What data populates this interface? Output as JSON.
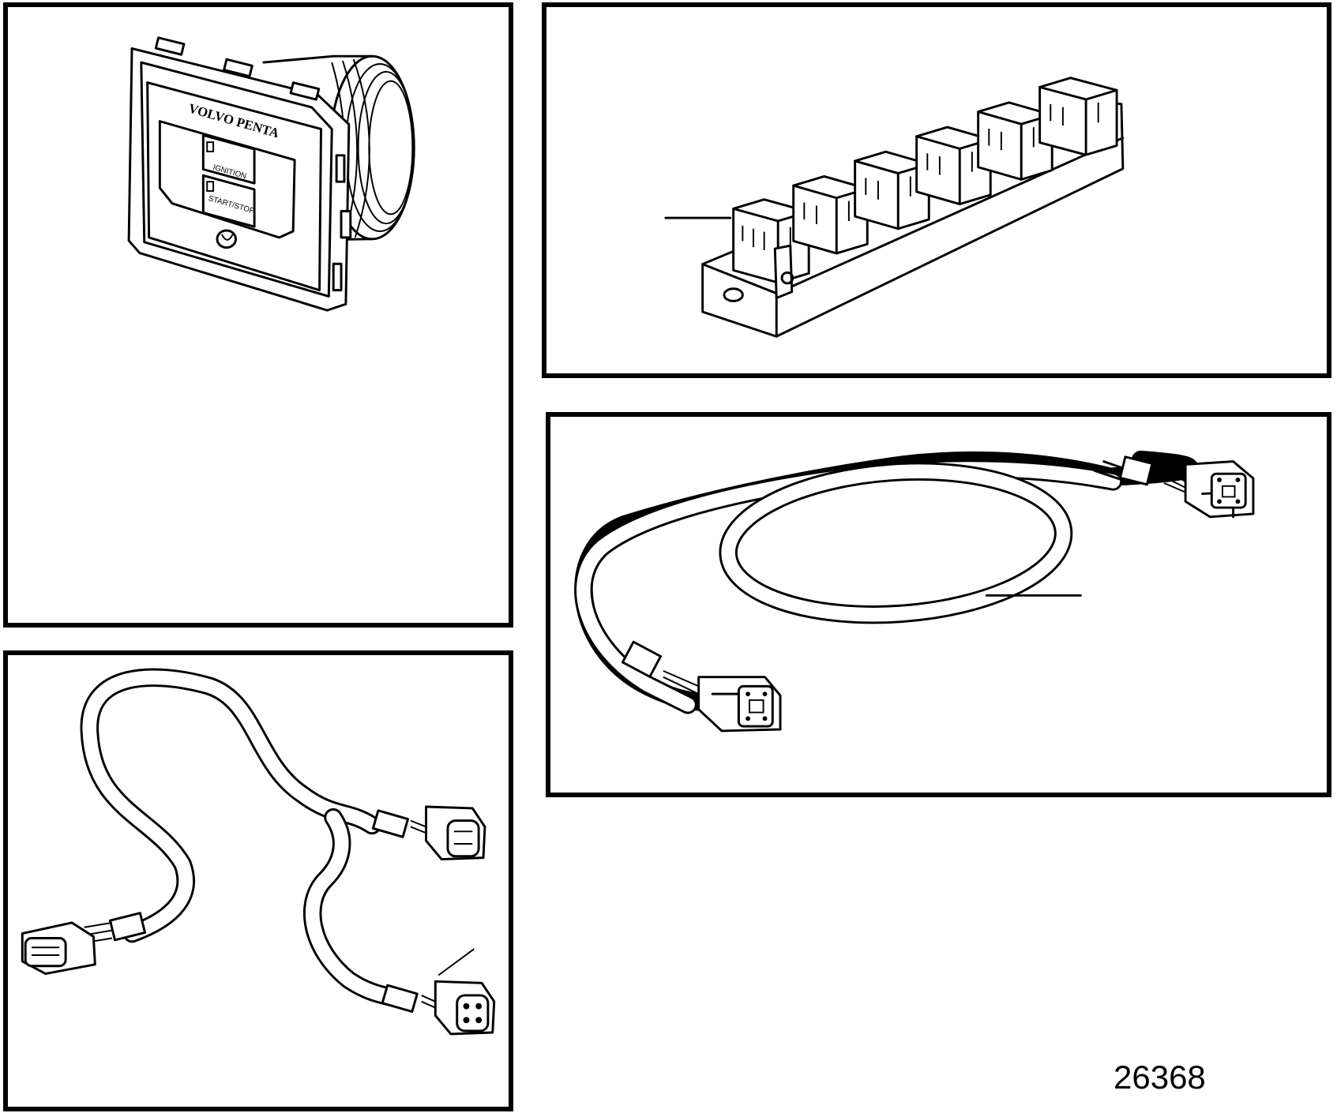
{
  "figure_number": "26368",
  "panels": {
    "control_panel": {
      "brand": "VOLVO PENTA",
      "button_ignition": "IGNITION",
      "button_start_stop": "START/STOP"
    }
  }
}
